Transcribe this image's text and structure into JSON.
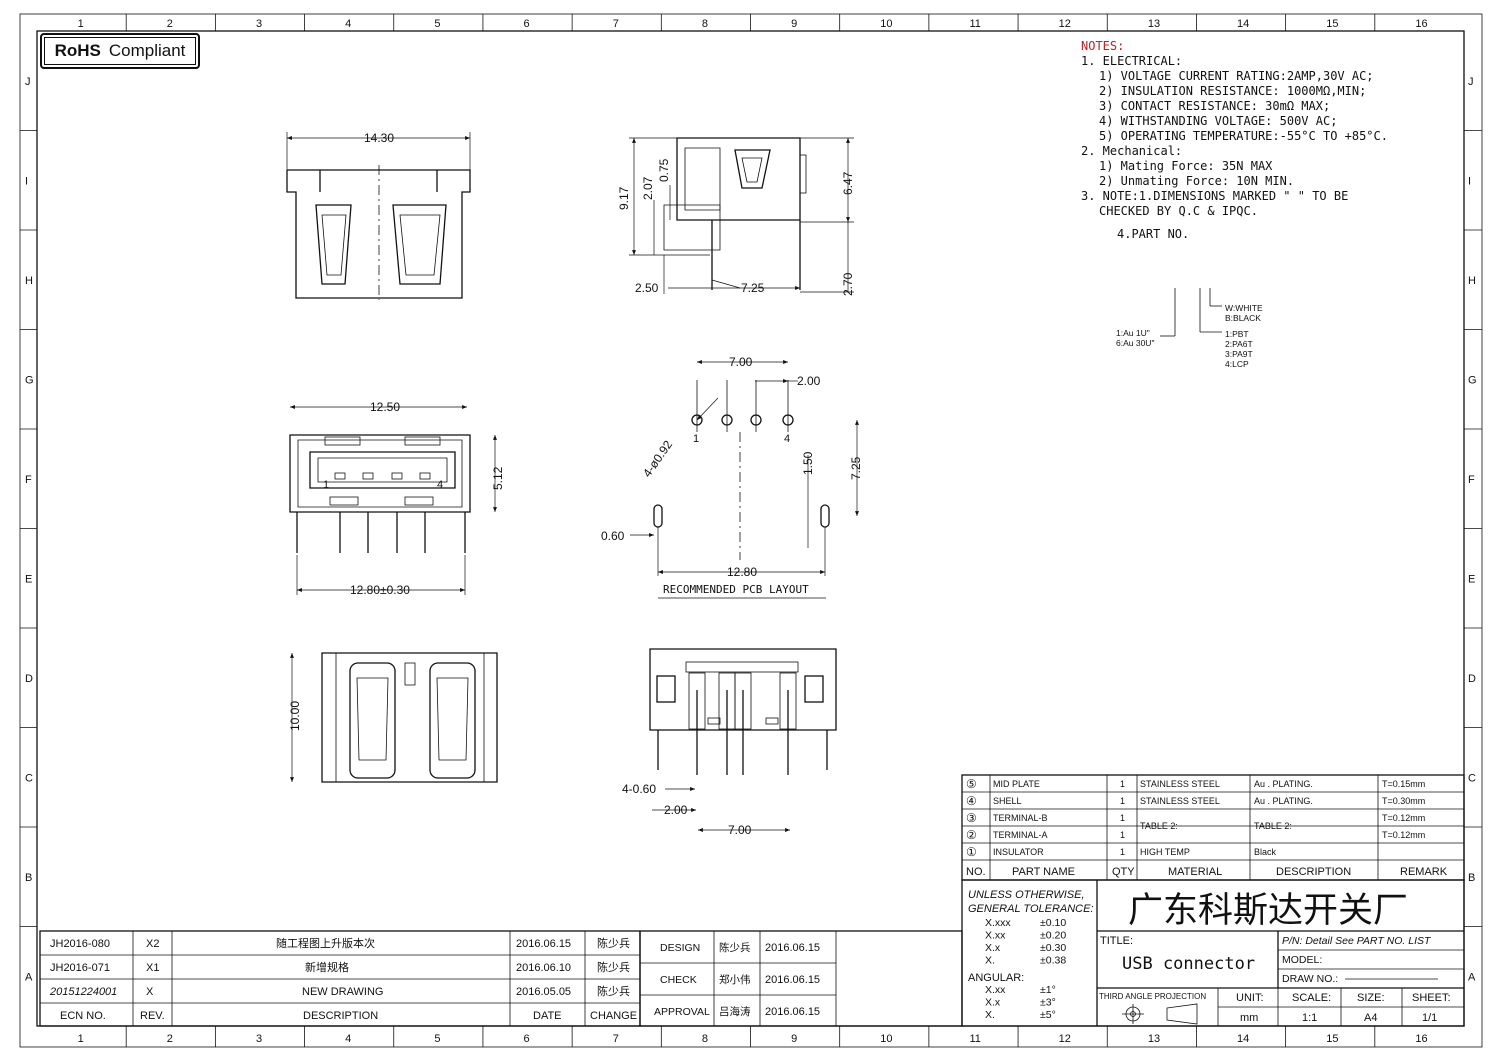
{
  "badge": {
    "bold": "RoHS",
    "text": "Compliant"
  },
  "border": {
    "columns": [
      "1",
      "2",
      "3",
      "4",
      "5",
      "6",
      "7",
      "8",
      "9",
      "10",
      "11",
      "12",
      "13",
      "14",
      "15",
      "16"
    ],
    "rows": [
      "J",
      "I",
      "H",
      "G",
      "F",
      "E",
      "D",
      "C",
      "B",
      "A"
    ]
  },
  "notes": {
    "title": "NOTES:",
    "lines": [
      "1. ELECTRICAL:",
      "1) VOLTAGE CURRENT RATING:2AMP,30V AC;",
      "2) INSULATION RESISTANCE: 1000MΩ,MIN;",
      "3) CONTACT RESISTANCE: 30mΩ MAX;",
      "4) WITHSTANDING VOLTAGE: 500V AC;",
      "5) OPERATING TEMPERATURE:-55°C TO +85°C.",
      "2. Mechanical:",
      "1) Mating Force:  35N MAX",
      "2) Unmating Force:  10N MIN.",
      "3. NOTE:1.DIMENSIONS MARKED \" \" TO BE",
      "CHECKED BY Q.C & IPQC.",
      "4.PART NO."
    ],
    "part_no": {
      "color": [
        "W:WHITE",
        "B:BLACK"
      ],
      "plating": [
        "1:Au 1U\"",
        "6:Au 30U\""
      ],
      "material": [
        "1:PBT",
        "2:PA6T",
        "3:PA9T",
        "4:LCP"
      ]
    }
  },
  "dims": {
    "top_width": "14.30",
    "h917": "9.17",
    "h207": "2.07",
    "h075": "0.75",
    "h647": "6.47",
    "w250": "2.50",
    "w725": "7.25",
    "h270": "2.70",
    "w1250": "12.50",
    "h512": "5.12",
    "w1280tol": "12.80±0.30",
    "pin1": "1",
    "pin4": "4",
    "pcb_w700": "7.00",
    "pcb_w200": "2.00",
    "pcb_hole": "4-ø0.92",
    "pcb_p1": "1",
    "pcb_p4": "4",
    "pcb_h150": "1.50",
    "pcb_h725": "7.25",
    "pcb_w060": "0.60",
    "pcb_w1280": "12.80",
    "pcb_caption": "RECOMMENDED PCB LAYOUT",
    "h1000": "10.00",
    "b_pins": "4-0.60",
    "b_w200": "2.00",
    "b_w700": "7.00"
  },
  "bom": {
    "rows": [
      {
        "no": "⑤",
        "name": "MID PLATE",
        "qty": "1",
        "material": "STAINLESS STEEL",
        "desc": "Au . PLATING.",
        "remark": "T=0.15mm"
      },
      {
        "no": "④",
        "name": "SHELL",
        "qty": "1",
        "material": "STAINLESS STEEL",
        "desc": "Au . PLATING.",
        "remark": "T=0.30mm"
      },
      {
        "no": "③",
        "name": "TERMINAL-B",
        "qty": "1",
        "material": "TABLE 2:",
        "desc": "TABLE 2:",
        "remark": "T=0.12mm"
      },
      {
        "no": "②",
        "name": "TERMINAL-A",
        "qty": "1",
        "material": "",
        "desc": "",
        "remark": "T=0.12mm"
      },
      {
        "no": "①",
        "name": "INSULATOR",
        "qty": "1",
        "material": "HIGH TEMP",
        "desc": "Black",
        "remark": ""
      }
    ],
    "headers": {
      "no": "NO.",
      "name": "PART NAME",
      "qty": "QTY",
      "material": "MATERIAL",
      "desc": "DESCRIPTION",
      "remark": "REMARK"
    }
  },
  "title_block": {
    "tolerance_head": [
      "UNLESS OTHERWISE,",
      "GENERAL TOLERANCE:"
    ],
    "tolerances": [
      [
        "X.xxx",
        "±0.10"
      ],
      [
        "X.xx",
        "±0.20"
      ],
      [
        "X.x",
        "±0.30"
      ],
      [
        "X.",
        "±0.38"
      ]
    ],
    "angular_head": "ANGULAR:",
    "angular": [
      [
        "X.xx",
        "±1°"
      ],
      [
        "X.x",
        "±3°"
      ],
      [
        "X.",
        "±5°"
      ]
    ],
    "company": "广东科斯达开关厂",
    "title_label": "TITLE:",
    "title": "USB connector",
    "pn": "P/N: Detail  See  PART  NO.  LIST",
    "model": "MODEL:",
    "drawno": "DRAW  NO.:",
    "projection": "THIRD ANGLE PROJECTION",
    "unit_label": "UNIT:",
    "unit": "mm",
    "scale_label": "SCALE:",
    "scale": "1:1",
    "size_label": "SIZE:",
    "size": "A4",
    "sheet_label": "SHEET:",
    "sheet": "1/1"
  },
  "revisions": [
    {
      "ecn": "JH2016-080",
      "rev": "X2",
      "desc": "随工程图上升版本次",
      "date": "2016.06.15",
      "by": "陈少兵"
    },
    {
      "ecn": "JH2016-071",
      "rev": "X1",
      "desc": "新增规格",
      "date": "2016.06.10",
      "by": "陈少兵"
    },
    {
      "ecn": "20151224001",
      "rev": "X",
      "desc": "NEW DRAWING",
      "date": "2016.05.05",
      "by": "陈少兵"
    }
  ],
  "rev_headers": {
    "ecn": "ECN  NO.",
    "rev": "REV.",
    "desc": "DESCRIPTION",
    "date": "DATE",
    "change": "CHANGE"
  },
  "approvals": [
    {
      "role": "DESIGN",
      "name": "陈少兵",
      "date": "2016.06.15"
    },
    {
      "role": "CHECK",
      "name": "郑小伟",
      "date": "2016.06.15"
    },
    {
      "role": "APPROVAL",
      "name": "吕海涛",
      "date": "2016.06.15"
    }
  ]
}
